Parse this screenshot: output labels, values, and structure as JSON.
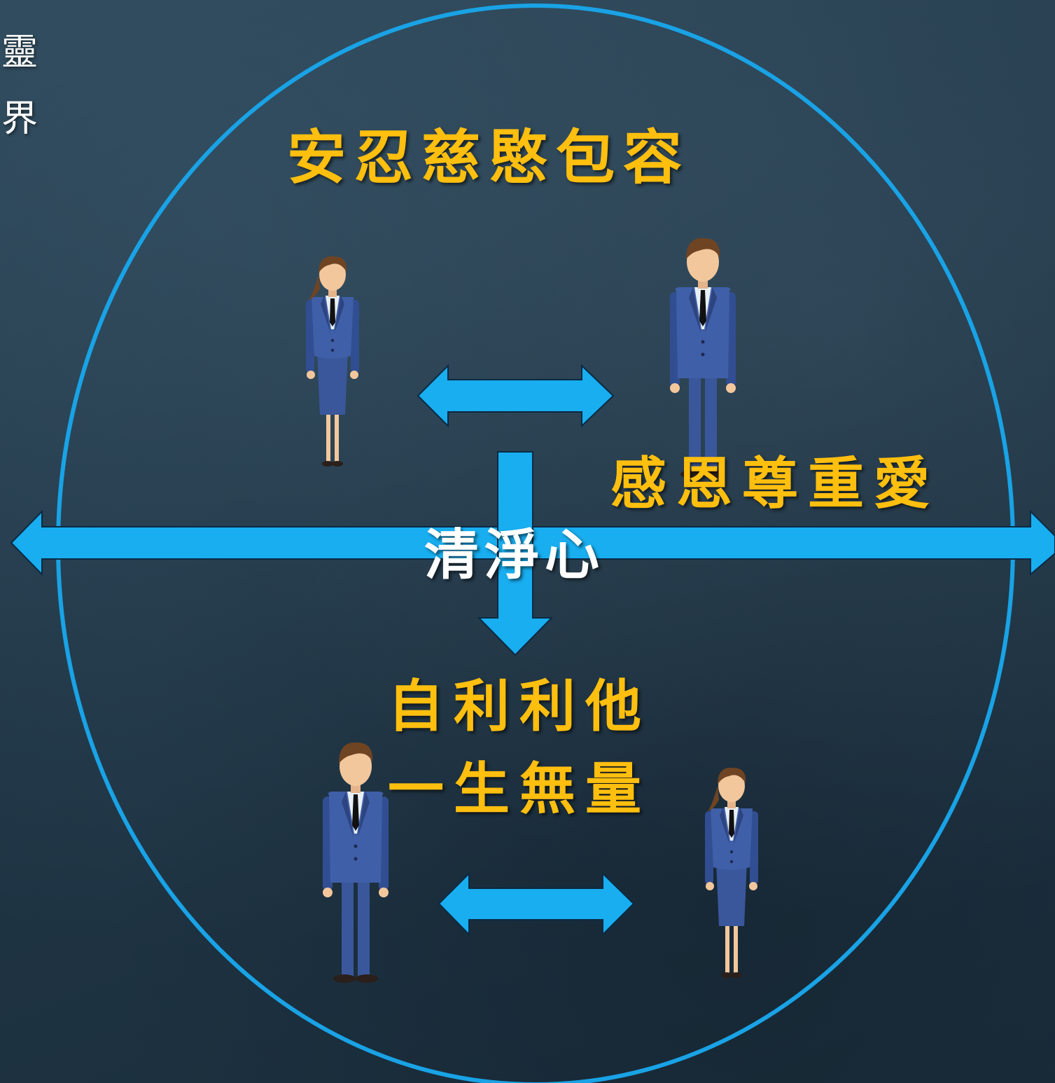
{
  "side_title": "靈界",
  "labels": {
    "top": "安忍慈愍包容",
    "right": "感恩尊重愛",
    "center": "清淨心",
    "bottom_line1": "自利利他",
    "bottom_line2": "一生無量"
  },
  "colors": {
    "circle": "#19a3e6",
    "arrow_fill": "#18aef0",
    "arrow_stroke": "#0b2a44",
    "label_gold": "#ffbf0f",
    "label_white": "#ffffff",
    "suit": "#3f5fa8",
    "suit_dark": "#2d4480",
    "skin": "#f3c79c",
    "hair": "#6e4423"
  },
  "figures": [
    {
      "name": "woman-top-left",
      "type": "woman"
    },
    {
      "name": "man-top-right",
      "type": "man"
    },
    {
      "name": "man-bottom-left",
      "type": "man"
    },
    {
      "name": "woman-bottom-right",
      "type": "woman"
    }
  ]
}
